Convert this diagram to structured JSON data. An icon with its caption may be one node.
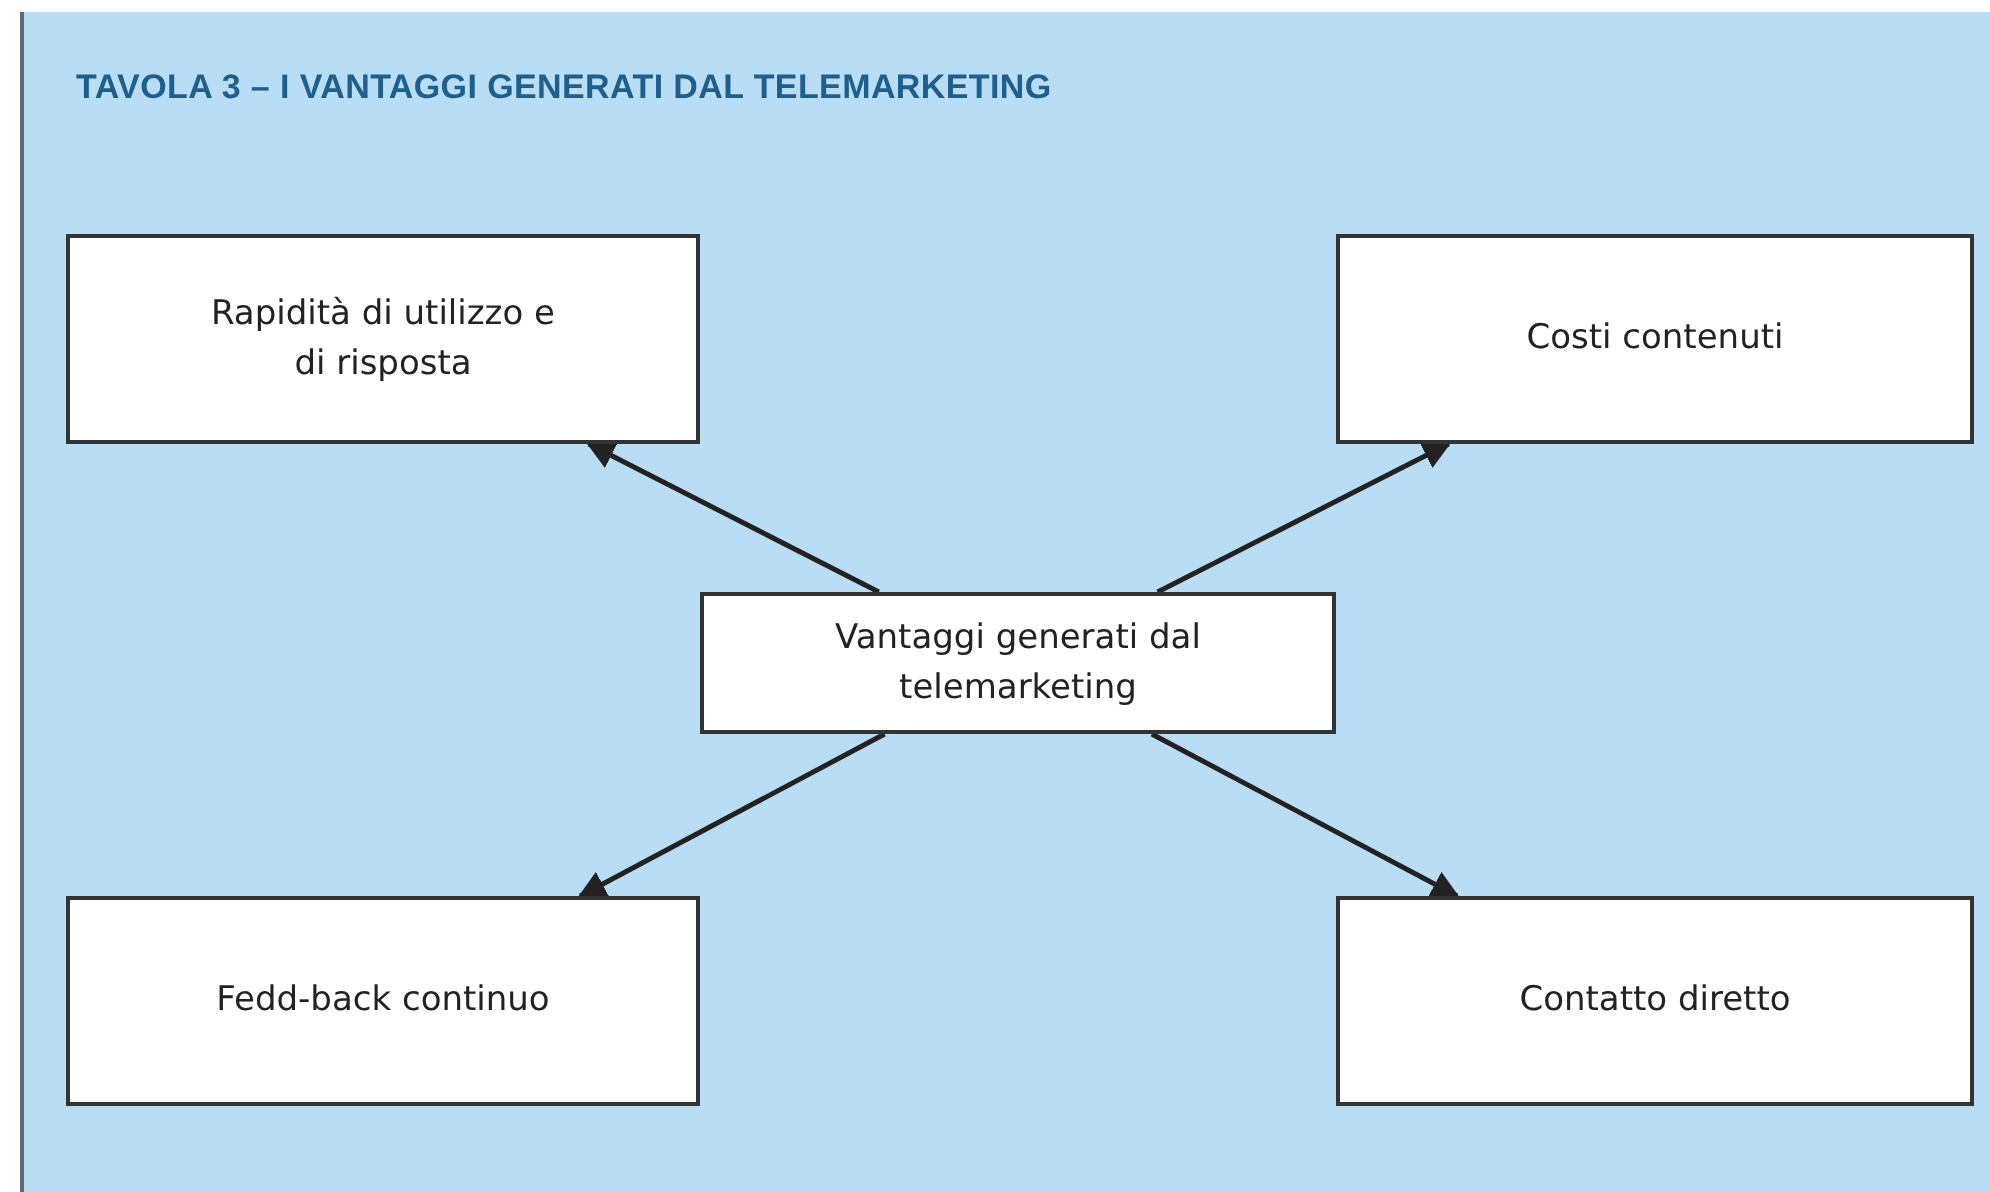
{
  "diagram": {
    "title": "TAVOLA 3 – I VANTAGGI GENERATI DAL TELEMARKETING",
    "nodes": [
      {
        "text": [
          "Rapidità di utilizzo e di risposta"
        ]
      },
      {
        "text": [
          "Costi contenuti"
        ]
      },
      {
        "text": [
          "Vantaggi generati dal telemarketing"
        ]
      },
      {
        "text": [
          "Fedd-back continuo"
        ]
      },
      {
        "text": [
          "Contatto diretto"
        ]
      }
    ],
    "edges": [
      {
        "from": 2,
        "to": 0,
        "arrow": "to"
      },
      {
        "from": 2,
        "to": 1,
        "arrow": "to"
      },
      {
        "from": 2,
        "to": 3,
        "arrow": "to"
      },
      {
        "from": 2,
        "to": 4,
        "arrow": "to"
      }
    ]
  }
}
